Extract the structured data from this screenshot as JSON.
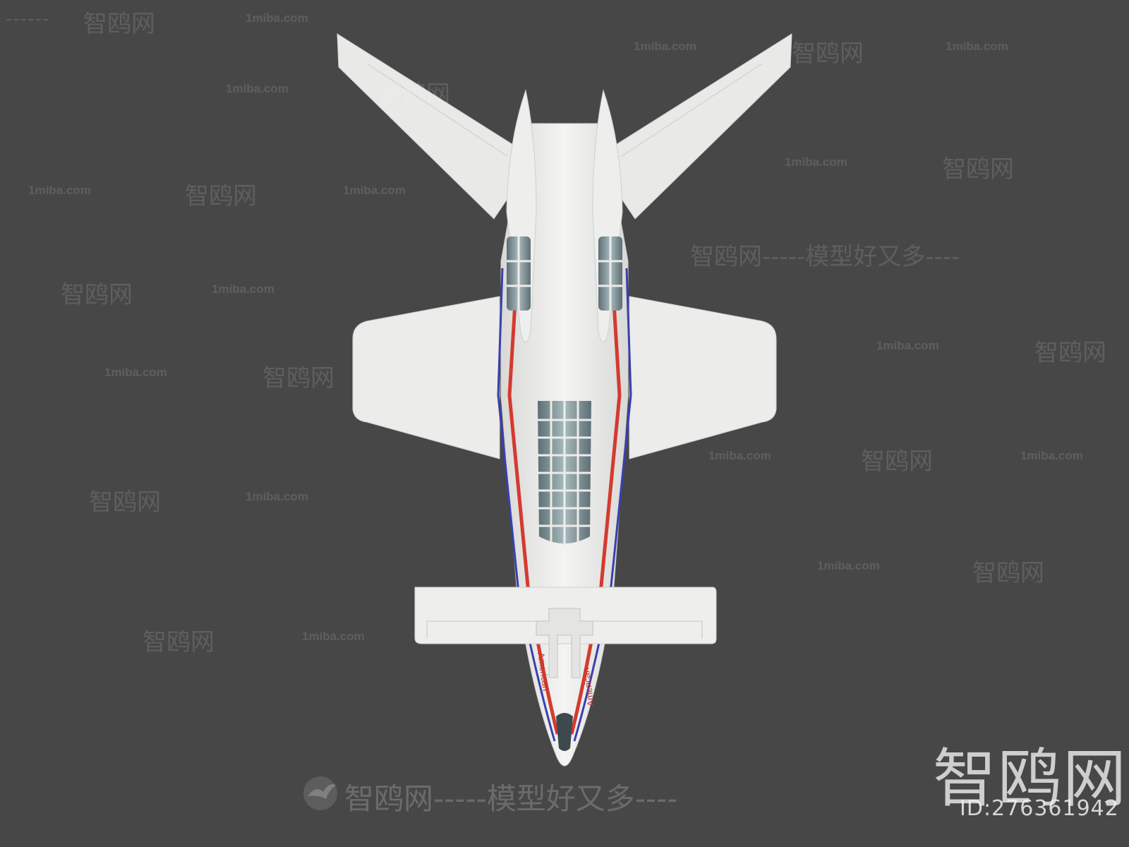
{
  "watermark": {
    "cn": "智鸥网",
    "en": "1miba.com",
    "dashes": "------",
    "slogan": "智鸥网-----模型好又多----"
  },
  "logo": {
    "text": "智鸥网",
    "id_label": "ID:276361942"
  },
  "aircraft": {
    "livery_text": "American",
    "colors": {
      "body": "#eeeeec",
      "stripe_red": "#d43a2f",
      "stripe_blue": "#3a3fb0",
      "glass": "#6f8288",
      "background": "#474747"
    }
  }
}
